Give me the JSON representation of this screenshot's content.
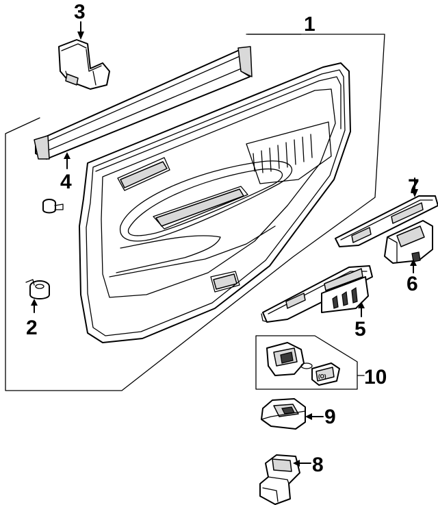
{
  "callouts": {
    "c1": "1",
    "c2": "2",
    "c3": "3",
    "c4": "4",
    "c5": "5",
    "c6": "6",
    "c7": "7",
    "c8": "8",
    "c9": "9",
    "c10": "10"
  },
  "switch_lettering": "(O)"
}
